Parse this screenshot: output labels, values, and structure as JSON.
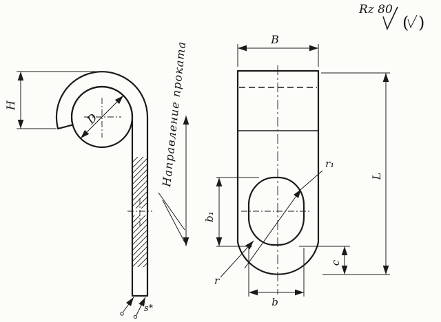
{
  "drawing": {
    "surface_finish": {
      "rz": "Rz 80",
      "paren_open": "(",
      "paren_close": ")"
    },
    "rolling_direction_label": "Направление проката",
    "dimensions": {
      "H": "H",
      "D": "D",
      "B": "B",
      "L": "L",
      "b1": "b₁",
      "b": "b",
      "c": "c",
      "r": "r",
      "r1": "r₁",
      "s": "s*"
    }
  }
}
